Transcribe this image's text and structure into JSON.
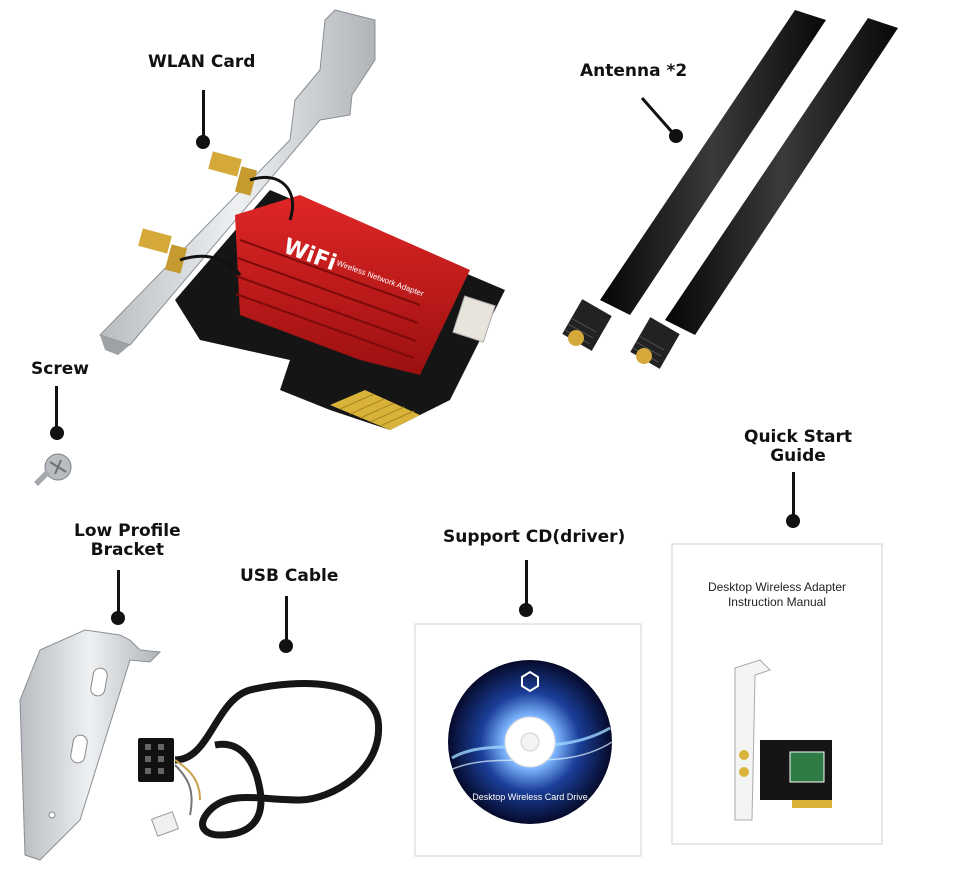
{
  "labels": {
    "wlan_card": "WLAN Card",
    "antenna": "Antenna  *2",
    "screw": "Screw",
    "low_profile_bracket_line1": "Low Profile",
    "low_profile_bracket_line2": "Bracket",
    "usb_cable": "USB Cable",
    "support_cd": "Support CD(driver)",
    "quick_start_line1": "Quick Start",
    "quick_start_line2": "Guide"
  },
  "card": {
    "heatsink_brand": "WiFi",
    "heatsink_caption": "Wireless Network Adapter"
  },
  "cd": {
    "caption": "Desktop Wireless Card Drive"
  },
  "manual": {
    "title_line1": "Desktop Wireless Adapter",
    "title_line2": "Instruction Manual"
  },
  "colors": {
    "heatsink_red": "#c81a1a",
    "pcb_black": "#151515",
    "gold": "#d9b23a",
    "bracket_silver": "#cfd3d6",
    "cd_blue": "#1b3f9a"
  }
}
